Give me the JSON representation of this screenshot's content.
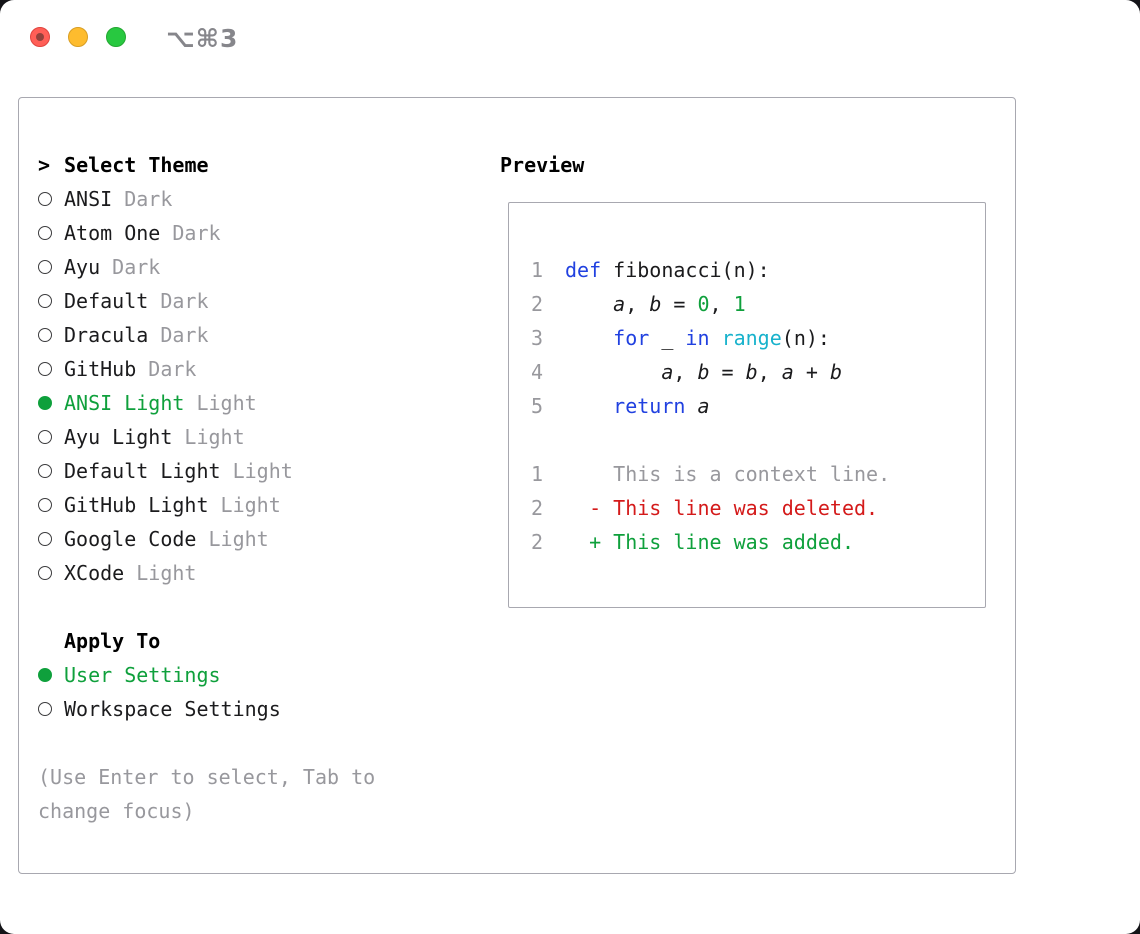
{
  "colors": {
    "green": "#0fa03c",
    "blue": "#2141e0",
    "cyan": "#18b2cc",
    "red": "#d41a1a",
    "gray": "#98989d",
    "text": "#1b1b1d",
    "border": "#a8a8b0",
    "traffic_red": "#ff5f57",
    "traffic_yellow": "#febc2e",
    "traffic_green": "#28c840"
  },
  "titlebar": {
    "shortcut": "⌥⌘3"
  },
  "theme_list": {
    "prompt": ">",
    "title": "Select Theme",
    "items": [
      {
        "name": "ANSI",
        "variant": "Dark",
        "selected": false
      },
      {
        "name": "Atom One",
        "variant": "Dark",
        "selected": false
      },
      {
        "name": "Ayu",
        "variant": "Dark",
        "selected": false
      },
      {
        "name": "Default",
        "variant": "Dark",
        "selected": false
      },
      {
        "name": "Dracula",
        "variant": "Dark",
        "selected": false
      },
      {
        "name": "GitHub",
        "variant": "Dark",
        "selected": false
      },
      {
        "name": "ANSI Light",
        "variant": "Light",
        "selected": true
      },
      {
        "name": "Ayu Light",
        "variant": "Light",
        "selected": false
      },
      {
        "name": "Default Light",
        "variant": "Light",
        "selected": false
      },
      {
        "name": "GitHub Light",
        "variant": "Light",
        "selected": false
      },
      {
        "name": "Google Code",
        "variant": "Light",
        "selected": false
      },
      {
        "name": "XCode",
        "variant": "Light",
        "selected": false
      }
    ]
  },
  "apply_to": {
    "title": "Apply To",
    "options": [
      {
        "label": "User Settings",
        "selected": true
      },
      {
        "label": "Workspace Settings",
        "selected": false
      }
    ]
  },
  "hint": "(Use Enter to select, Tab to change focus)",
  "preview": {
    "title": "Preview",
    "code_lines": [
      {
        "num": "1",
        "tokens": [
          {
            "c": "kw",
            "t": "def"
          },
          {
            "c": "plain",
            "t": " fibonacci(n):"
          }
        ]
      },
      {
        "num": "2",
        "tokens": [
          {
            "c": "plain",
            "t": "    "
          },
          {
            "c": "var",
            "t": "a"
          },
          {
            "c": "plain",
            "t": ", "
          },
          {
            "c": "var",
            "t": "b"
          },
          {
            "c": "plain",
            "t": " = "
          },
          {
            "c": "num",
            "t": "0"
          },
          {
            "c": "plain",
            "t": ", "
          },
          {
            "c": "num",
            "t": "1"
          }
        ]
      },
      {
        "num": "3",
        "tokens": [
          {
            "c": "plain",
            "t": "    "
          },
          {
            "c": "kw",
            "t": "for"
          },
          {
            "c": "plain",
            "t": " _ "
          },
          {
            "c": "kw",
            "t": "in"
          },
          {
            "c": "plain",
            "t": " "
          },
          {
            "c": "bi",
            "t": "range"
          },
          {
            "c": "plain",
            "t": "(n):"
          }
        ]
      },
      {
        "num": "4",
        "tokens": [
          {
            "c": "plain",
            "t": "        "
          },
          {
            "c": "var",
            "t": "a"
          },
          {
            "c": "plain",
            "t": ", "
          },
          {
            "c": "var",
            "t": "b"
          },
          {
            "c": "plain",
            "t": " = "
          },
          {
            "c": "var",
            "t": "b"
          },
          {
            "c": "plain",
            "t": ", "
          },
          {
            "c": "var",
            "t": "a"
          },
          {
            "c": "plain",
            "t": " + "
          },
          {
            "c": "var",
            "t": "b"
          }
        ]
      },
      {
        "num": "5",
        "tokens": [
          {
            "c": "plain",
            "t": "    "
          },
          {
            "c": "kw",
            "t": "return"
          },
          {
            "c": "plain",
            "t": " "
          },
          {
            "c": "var",
            "t": "a"
          }
        ]
      }
    ],
    "diff_lines": [
      {
        "num": "1",
        "tokens": [
          {
            "c": "ctx",
            "t": "    This is a context line."
          }
        ]
      },
      {
        "num": "2",
        "tokens": [
          {
            "c": "del",
            "t": "  - This line was deleted."
          }
        ]
      },
      {
        "num": "2",
        "tokens": [
          {
            "c": "add",
            "t": "  + This line was added."
          }
        ]
      }
    ]
  }
}
